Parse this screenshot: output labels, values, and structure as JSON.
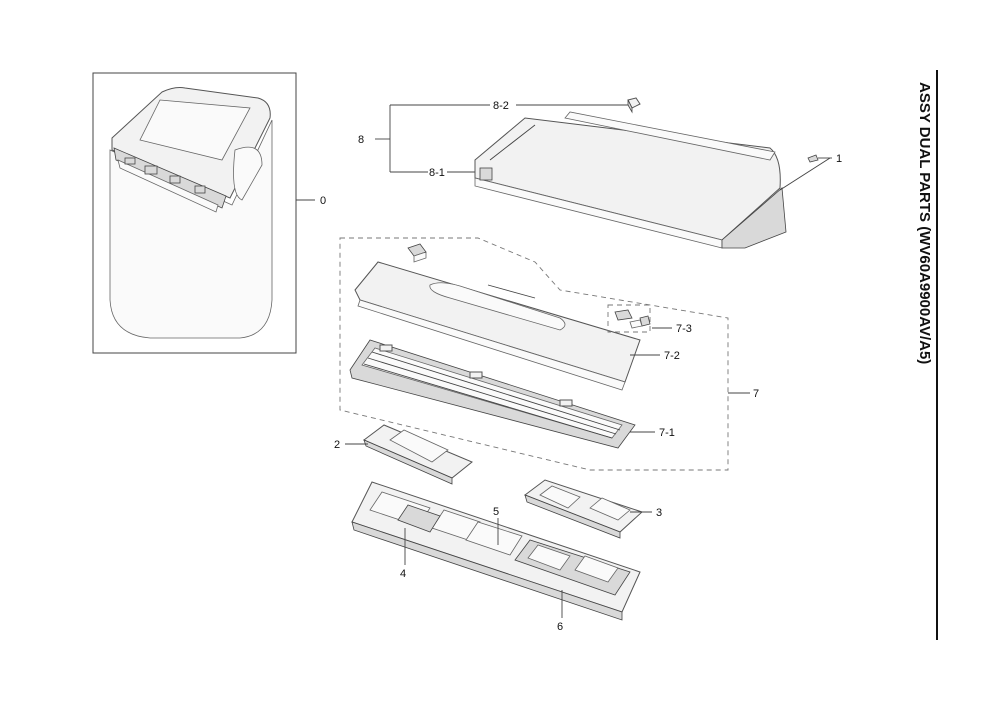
{
  "title": "ASSY DUAL PARTS (WV60A9900AV/A5)",
  "callouts": {
    "c0": "0",
    "c1": "1",
    "c2": "2",
    "c3": "3",
    "c4": "4",
    "c5": "5",
    "c6": "6",
    "c7": "7",
    "c7_1": "7-1",
    "c7_2": "7-2",
    "c7_3": "7-3",
    "c8": "8",
    "c8_1": "8-1",
    "c8_2": "8-2"
  }
}
